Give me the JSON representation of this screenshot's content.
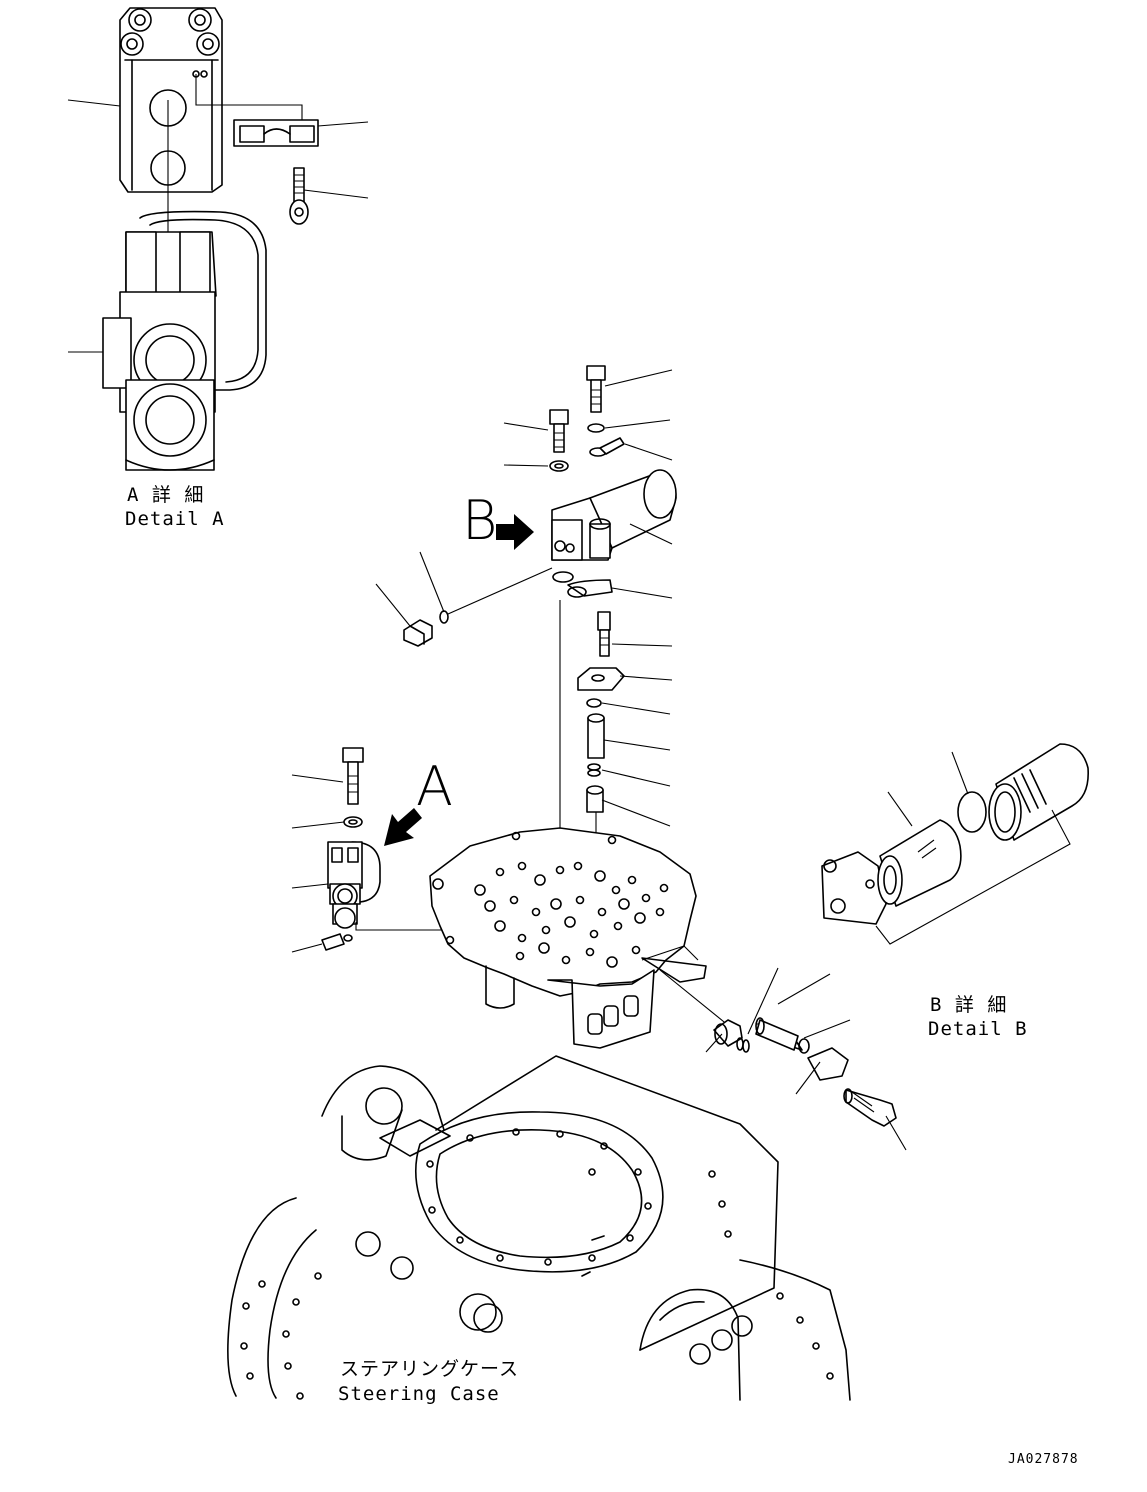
{
  "detail_a": {
    "jp": "A 詳 細",
    "en": "Detail A"
  },
  "detail_b": {
    "jp": "B 詳 細",
    "en": "Detail B"
  },
  "callout_a": "A",
  "callout_b": "B",
  "steering_case": {
    "jp": "ステアリングケース",
    "en": "Steering Case"
  },
  "drawing_code": "JA027878"
}
